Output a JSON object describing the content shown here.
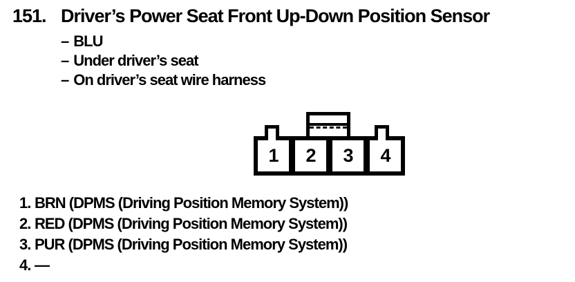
{
  "page": {
    "background": "#ffffff",
    "ink_color": "#000000"
  },
  "heading": {
    "number": "151.",
    "title": "Driver’s Power Seat Front Up-Down Position Sensor"
  },
  "detail_bullet": "–",
  "details": [
    "BLU",
    "Under driver’s seat",
    "On driver’s seat wire harness"
  ],
  "connector": {
    "description": "4-cavity connector, front view, with two mounting tabs and center latch",
    "cavities": [
      "1",
      "2",
      "3",
      "4"
    ]
  },
  "pins": [
    {
      "number": "1.",
      "description": "BRN (DPMS (Driving Position Memory System))"
    },
    {
      "number": "2.",
      "description": "RED (DPMS (Driving Position Memory System))"
    },
    {
      "number": "3.",
      "description": "PUR (DPMS (Driving Position Memory System))"
    },
    {
      "number": "4.",
      "description": "—"
    }
  ]
}
